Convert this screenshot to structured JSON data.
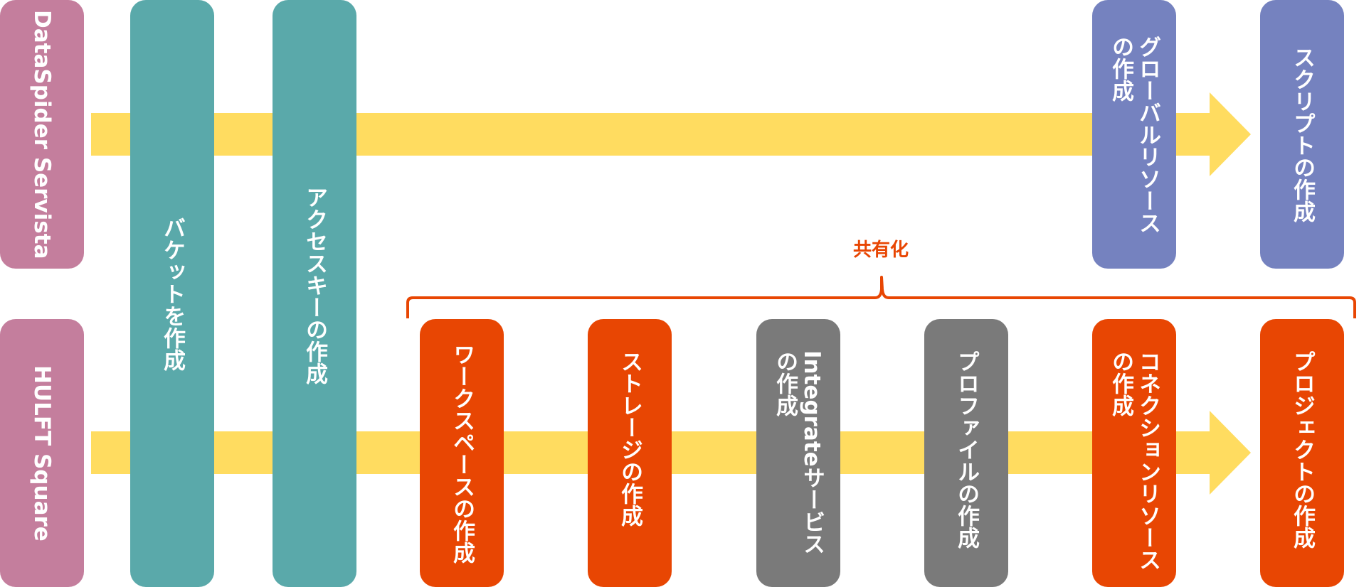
{
  "title": "",
  "colors": {
    "arrow": "#ffdc60",
    "product": "#c47e9d",
    "common": "#5aa9aa",
    "servista": "#7582bf",
    "square": "#e84603",
    "shared": "#7a7a7a",
    "brace": "#e84603"
  },
  "rows": [
    {
      "label": "DataSpider Servista"
    },
    {
      "label": "HULFT Square"
    }
  ],
  "common_steps": [
    {
      "label": "バケットを作成"
    },
    {
      "label": "アクセスキーの作成"
    }
  ],
  "servista_steps": [
    {
      "label": "グローバルリソース\nの作成"
    },
    {
      "label": "スクリプトの作成"
    }
  ],
  "square_steps": [
    {
      "label": "ワークスペースの作成",
      "shared": false
    },
    {
      "label": "ストレージの作成",
      "shared": false
    },
    {
      "label": "Integrateサービス\nの作成",
      "shared": true
    },
    {
      "label": "プロファイルの作成",
      "shared": true
    },
    {
      "label": "コネクションリソース\nの作成",
      "shared": false
    },
    {
      "label": "プロジェクトの作成",
      "shared": false
    }
  ],
  "shared_label": "共有化"
}
